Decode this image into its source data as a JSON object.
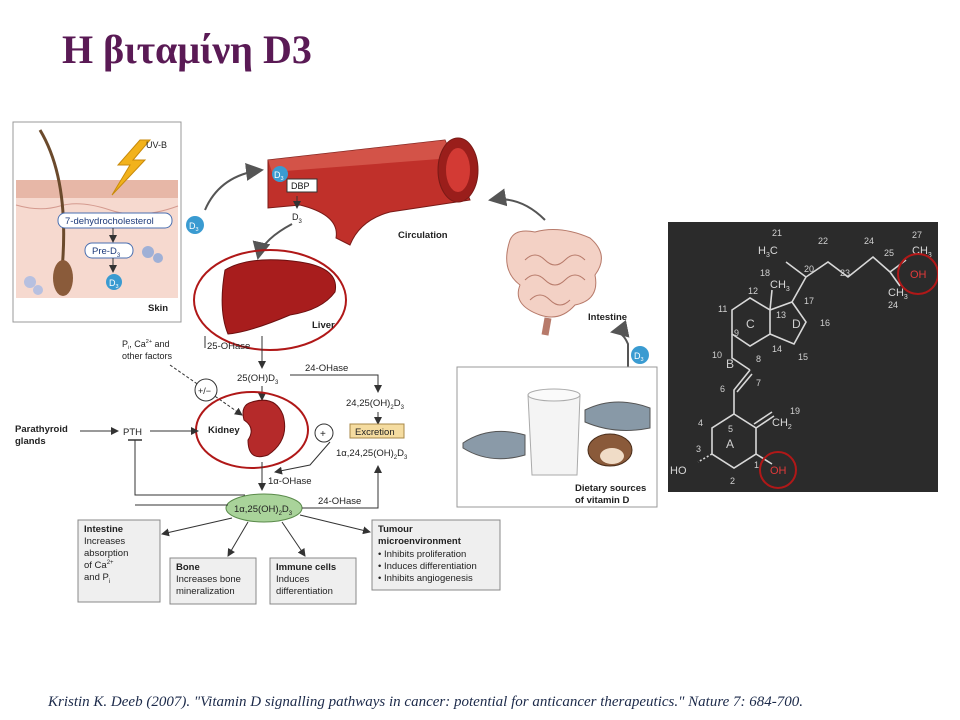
{
  "slide": {
    "title": "Η βιταμίνη D3",
    "citation": "Kristin K. Deeb (2007). \"Vitamin D signalling pathways in cancer: potential for anticancer therapeutics.\" Nature 7: 684-700."
  },
  "pathway": {
    "skin": {
      "uvb": "UV-B",
      "dehydro": "7-dehydrocholesterol",
      "pre_d3": "Pre-D",
      "pre_d3_sub": "3",
      "d3": "D",
      "d3_sub": "3",
      "label": "Skin",
      "badge": "D",
      "badge_sub": "3"
    },
    "circulation": {
      "d3_badge": "D",
      "d3_badge_sub": "3",
      "dbp": "DBP",
      "d3": "D",
      "d3_sub": "3",
      "label": "Circulation"
    },
    "intestine_organ": {
      "label": "Intestine",
      "badge": "D",
      "badge_sub": "3"
    },
    "diet": {
      "label_line1": "Dietary sources",
      "label_line2": "of vitamin D"
    },
    "liver": {
      "label": "Liver",
      "enzyme": "25-OHase"
    },
    "factors": {
      "line1": "P",
      "line1_sub": "i",
      "line1_rest": ", Ca",
      "line1_sup": "2+",
      "line1_end": " and",
      "line2": "other factors"
    },
    "metabolites": {
      "oh25d3": "25(OH)D",
      "oh25d3_sub": "3",
      "ohase24_top": "24-OHase",
      "oh2425": "24,25(OH)",
      "oh2425_sub": "2",
      "oh2425_end": "D",
      "oh2425_end_sub": "3",
      "excretion": "Excretion",
      "trihydroxy": "1α,24,25(OH)",
      "trihydroxy_sub": "2",
      "trihydroxy_end": "D",
      "trihydroxy_end_sub": "3",
      "ohase1a": "1α-OHase",
      "ohase24_bottom": "24-OHase",
      "calcitriol": "1α,25(OH)",
      "calcitriol_sub": "2",
      "calcitriol_end": "D",
      "calcitriol_end_sub": "3",
      "plus_minus": "+/−",
      "plus": "+"
    },
    "parathyroid": {
      "line1": "Parathyroid",
      "line2": "glands",
      "pth": "PTH"
    },
    "kidney": {
      "label": "Kidney"
    },
    "effects": {
      "intestine": {
        "title": "Intestine",
        "lines": [
          "Increases",
          "absorption",
          "of Ca",
          "and P"
        ],
        "ca_sup": "2+",
        "p_sub": "i"
      },
      "bone": {
        "title": "Bone",
        "lines": [
          "Increases bone",
          "mineralization"
        ]
      },
      "immune": {
        "title": "Immune cells",
        "lines": [
          "Induces",
          "differentiation"
        ]
      },
      "tumour": {
        "title_line1": "Tumour",
        "title_line2": "microenvironment",
        "bullets": [
          "• Inhibits proliferation",
          "• Induces differentiation",
          "• Inhibits angiogenesis"
        ]
      }
    }
  },
  "structure": {
    "numbers": [
      "21",
      "22",
      "24",
      "27",
      "18",
      "20",
      "23",
      "25",
      "12",
      "13",
      "17",
      "11",
      "16",
      "9",
      "14",
      "15",
      "10",
      "8",
      "7",
      "6",
      "19",
      "4",
      "5",
      "3",
      "1",
      "2"
    ],
    "ring_labels": [
      "A",
      "B",
      "C",
      "D"
    ],
    "groups": {
      "h3c": "H",
      "h3c_sub": "3",
      "h3c_end": "C",
      "ch3_top": "CH",
      "ch3_top_sub": "3",
      "ch3_right": "CH",
      "ch3_right_sub": "3",
      "ch3_26": "CH",
      "ch3_26_sub": "3",
      "ch2": "CH",
      "ch2_sub": "2",
      "ho": "HO",
      "oh_1": "OH",
      "oh_25": "OH"
    }
  },
  "colors": {
    "title": "#5a1a55",
    "highlight": "#b01818",
    "panel": "#2b2b2b",
    "calcitriol_fill": "#a9d39a",
    "excretion_fill": "#f5dca0",
    "badge": "#3a9bd1",
    "blood": "#c0302a",
    "liver": "#a81d1d"
  }
}
